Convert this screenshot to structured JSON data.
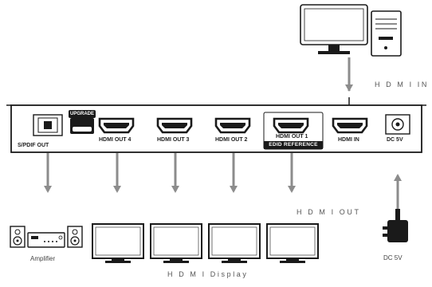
{
  "device": {
    "ports": {
      "spdif": "S/PDIF OUT",
      "upgrade": "UPGRADE",
      "hdmi_out_4": "HDMI OUT 4",
      "hdmi_out_3": "HDMI OUT 3",
      "hdmi_out_2": "HDMI OUT 2",
      "hdmi_out_1": "HDMI OUT 1",
      "edid_reference": "EDID REFERENCE",
      "hdmi_in": "HDMI IN",
      "dc": "DC 5V"
    }
  },
  "labels": {
    "source_signal": "H D M I IN",
    "output_signal": "H D M I OUT",
    "amplifier": "Amplifier",
    "power": "DC 5V",
    "displays": "H D M I Display"
  },
  "colors": {
    "line": "#1a1a1a",
    "arrow": "#8c8c8c",
    "badge": "#1a1a1a"
  },
  "icons": [
    "computer-icon",
    "amplifier-icon",
    "monitor-icon",
    "power-adapter-icon",
    "optical-port-icon",
    "usb-port-icon",
    "hdmi-port-icon",
    "dc-jack-icon"
  ]
}
